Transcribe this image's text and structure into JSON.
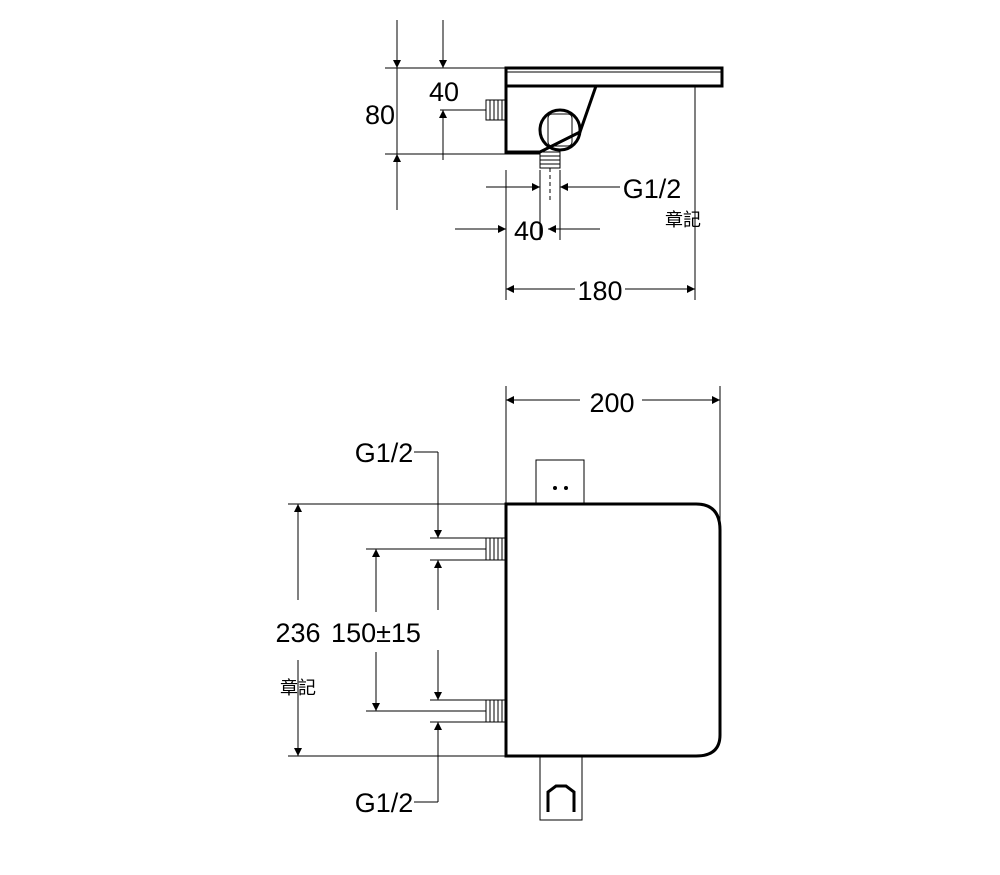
{
  "top_view": {
    "dim_height_total": "80",
    "dim_inlet_offset": "40",
    "dim_thread": "G1/2",
    "dim_outlet_width": "40",
    "dim_depth": "180",
    "note": "章記"
  },
  "front_view": {
    "dim_width": "200",
    "dim_thread_top": "G1/2",
    "dim_thread_bottom": "G1/2",
    "dim_height": "236",
    "dim_inlet_spacing": "150±15",
    "note": "章記"
  }
}
